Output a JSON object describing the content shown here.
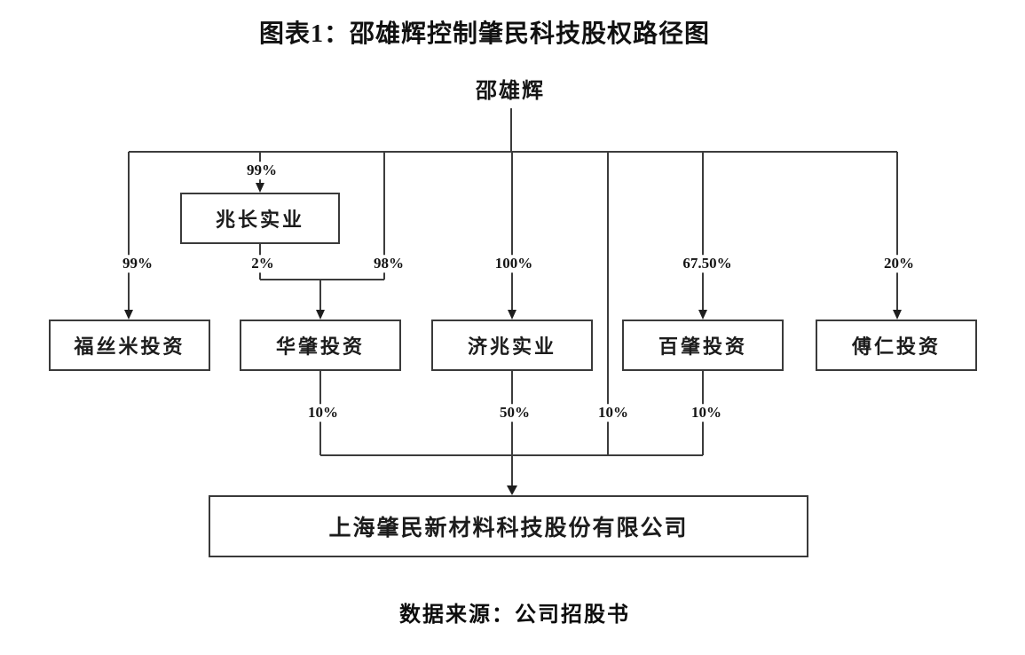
{
  "figure": {
    "title": "图表1：邵雄辉控制肇民科技股权路径图",
    "source": "数据来源：公司招股书"
  },
  "root": {
    "label": "邵雄辉"
  },
  "nodes": {
    "zhaochang": "兆长实业",
    "fusimi": "福丝米投资",
    "huazhao": "华肇投资",
    "jizhao": "济兆实业",
    "baizhao": "百肇投资",
    "furen": "傅仁投资",
    "company": "上海肇民新材料科技股份有限公司"
  },
  "edges": {
    "shao_to_zhaochang": "99%",
    "shao_to_fusimi": "99%",
    "zhaochang_to_huazhao": "2%",
    "shao_to_huazhao": "98%",
    "shao_to_jizhao": "100%",
    "shao_to_baizhao": "67.50%",
    "shao_to_furen": "20%",
    "huazhao_to_company": "10%",
    "jizhao_to_company": "50%",
    "shao_to_company": "10%",
    "baizhao_to_company": "10%"
  },
  "colors": {
    "line": "#3c3c3c",
    "text": "#1b1b1b",
    "background": "#ffffff"
  }
}
